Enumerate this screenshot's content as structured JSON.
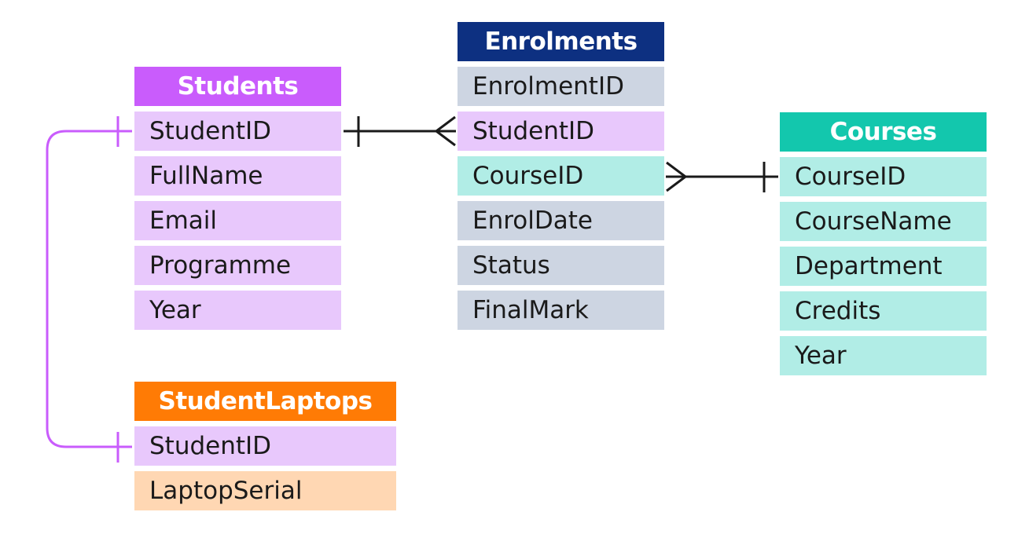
{
  "colors": {
    "students_header": "#c95cfc",
    "students_row": "#e8c8fc",
    "enrolments_header": "#0d3081",
    "enrolments_row": "#cdd5e2",
    "courses_header": "#13c7ad",
    "courses_row": "#b1ede6",
    "laptops_header": "#ff7b05",
    "laptops_row": "#ffd7b3",
    "line_dark": "#1a1a1a",
    "line_purple": "#c95cfc"
  },
  "entities": {
    "students": {
      "title": "Students",
      "fields": [
        "StudentID",
        "FullName",
        "Email",
        "Programme",
        "Year"
      ]
    },
    "enrolments": {
      "title": "Enrolments",
      "fields": [
        "EnrolmentID",
        "StudentID",
        "CourseID",
        "EnrolDate",
        "Status",
        "FinalMark"
      ]
    },
    "courses": {
      "title": "Courses",
      "fields": [
        "CourseID",
        "CourseName",
        "Department",
        "Credits",
        "Year"
      ]
    },
    "laptops": {
      "title": "StudentLaptops",
      "fields": [
        "StudentID",
        "LaptopSerial"
      ]
    }
  },
  "relationships": [
    {
      "from": "Students.StudentID",
      "to": "Enrolments.StudentID",
      "cardinality": "one-to-many"
    },
    {
      "from": "Courses.CourseID",
      "to": "Enrolments.CourseID",
      "cardinality": "one-to-many"
    },
    {
      "from": "Students.StudentID",
      "to": "StudentLaptops.StudentID",
      "cardinality": "one-to-one"
    }
  ]
}
